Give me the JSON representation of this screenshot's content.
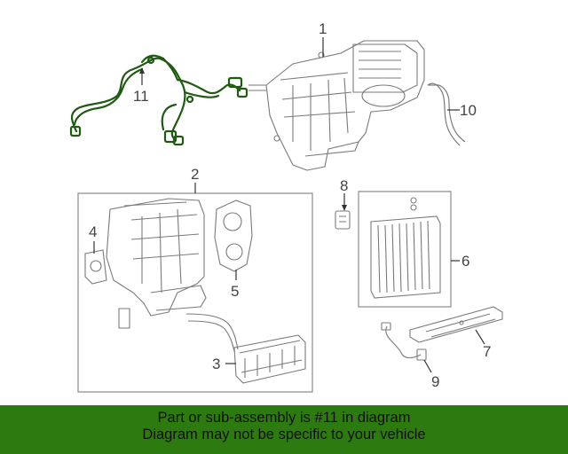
{
  "callouts": {
    "c1": "1",
    "c2": "2",
    "c3": "3",
    "c4": "4",
    "c5": "5",
    "c6": "6",
    "c7": "7",
    "c8": "8",
    "c9": "9",
    "c10": "10",
    "c11": "11"
  },
  "banner": {
    "line1": "Part or sub-assembly is #11 in diagram",
    "line2": "Diagram may not be specific to your vehicle",
    "color": "#2d7a10"
  },
  "colors": {
    "highlight_wire": "#1f5a12",
    "line_art": "#7a7a7a"
  }
}
